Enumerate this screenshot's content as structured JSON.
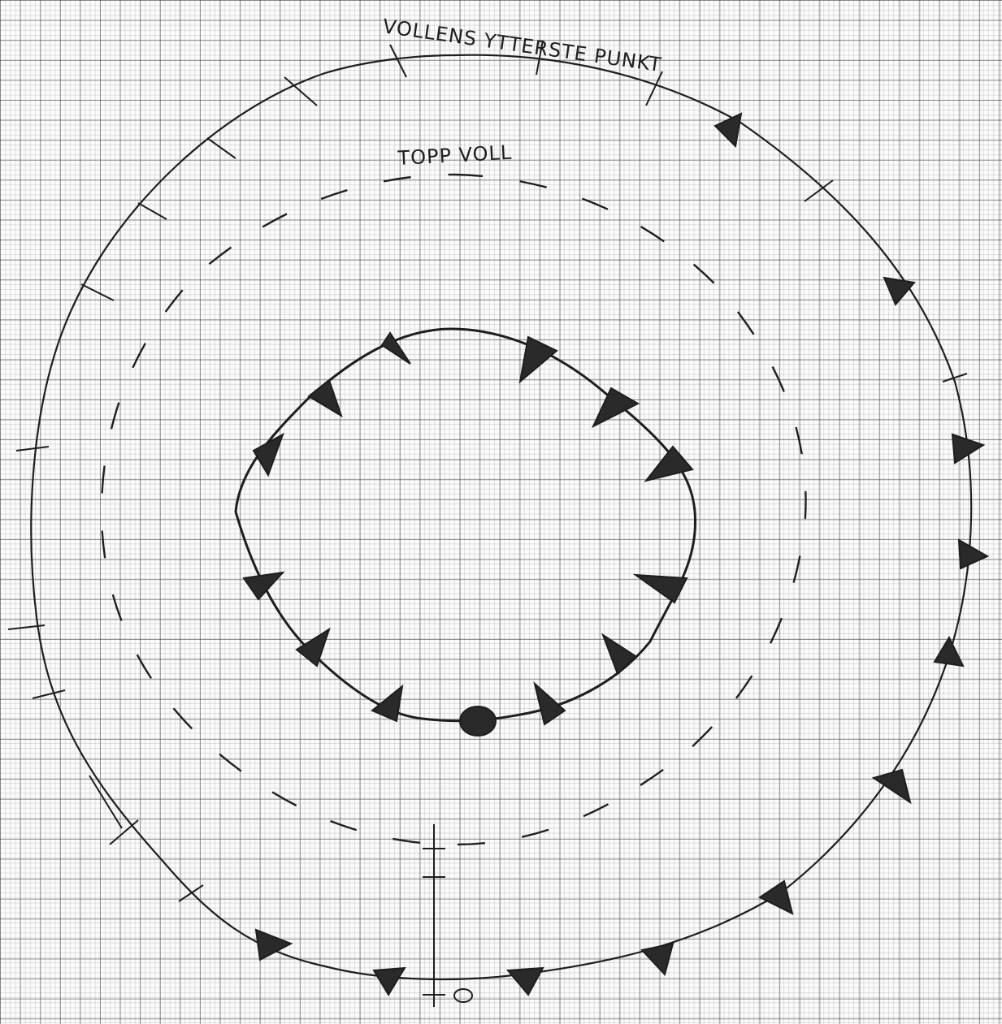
{
  "labels": {
    "outer_boundary": "VOLLENS YTTERSTE PUNKT",
    "crest": "TOPP VOLL",
    "origin": "0"
  },
  "colors": {
    "ink": "#1e1e1e",
    "paper": "#fbfbfb",
    "grid": "#3c3c3c"
  }
}
